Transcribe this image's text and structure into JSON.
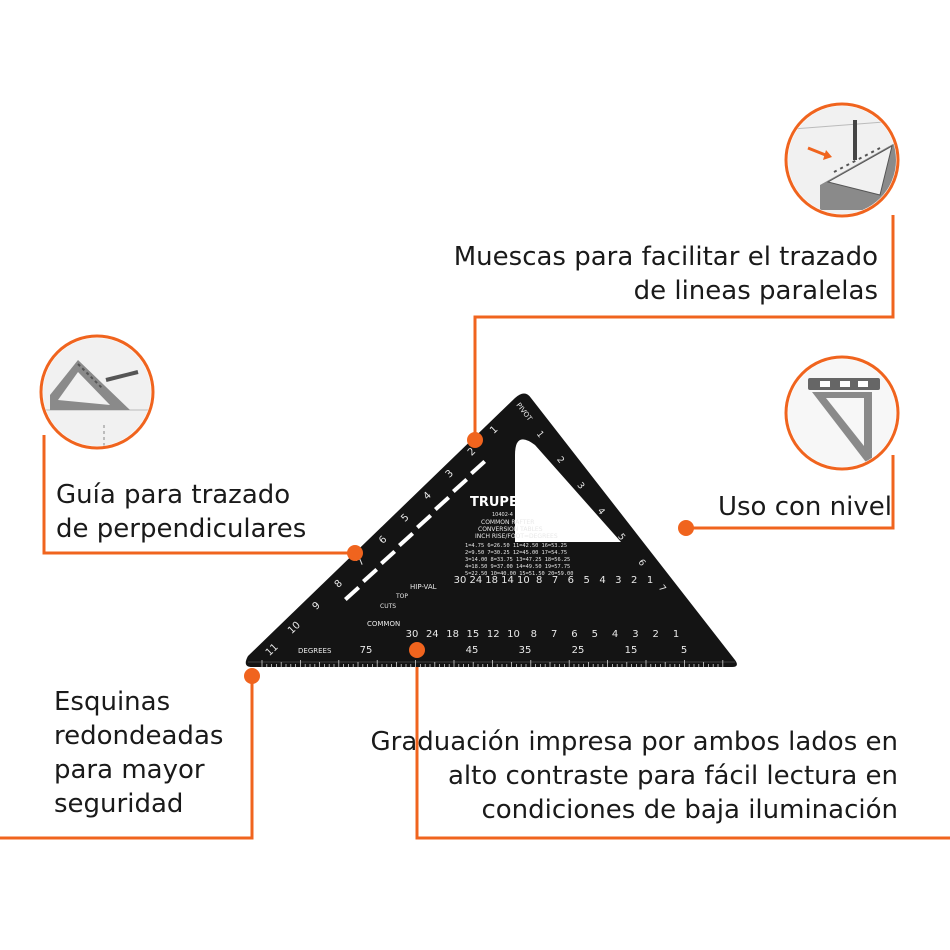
{
  "colors": {
    "accent": "#f0641e",
    "tool": "#141414",
    "marking": "#e8e8e8",
    "background": "#ffffff"
  },
  "callouts": {
    "notches": {
      "lines": [
        "Muescas para facilitar el trazado",
        "de lineas paralelas"
      ],
      "icon": "notch-marking-thumbnail"
    },
    "guide": {
      "lines": [
        "Guía para trazado",
        "de perpendiculares"
      ],
      "icon": "perpendicular-guide-thumbnail"
    },
    "level": {
      "lines": [
        "Uso con nivel"
      ],
      "icon": "level-use-thumbnail"
    },
    "corners": {
      "lines": [
        "Esquinas",
        "redondeadas",
        "para mayor",
        "seguridad"
      ]
    },
    "graduation": {
      "lines": [
        "Graduación impresa por ambos lados en",
        "alto contraste para fácil lectura en",
        "condiciones de baja iluminación"
      ]
    }
  },
  "tool": {
    "brand": "TRUPER",
    "model": "10402-4",
    "table_title": [
      "COMMON RAFTER",
      "CONVERSION TABLES",
      "INCH RISE/FOOT=DEGREES"
    ],
    "table_rows": [
      "1=4.75    6=26.50   11=42.50  16=53.25",
      "2=9.50    7=30.25   12=45.00  17=54.75",
      "3=14.00   8=33.75   13=47.25  18=56.25",
      "4=18.50   9=37.00   14=49.50  19=57.75",
      "5=22.50  10=40.00   15=51.50  20=59.00"
    ],
    "pivot_label": "PIVOT",
    "hip_val_label": "HIP-VAL",
    "top_cuts_label": [
      "TOP",
      "CUTS"
    ],
    "common_label": "COMMON",
    "degrees_label": "DEGREES",
    "hip_val_scale": [
      "30",
      "24",
      "18",
      "14",
      "10",
      "8",
      "7",
      "6",
      "5",
      "4",
      "3",
      "2",
      "1"
    ],
    "common_scale": [
      "30",
      "24",
      "18",
      "15",
      "12",
      "10",
      "8",
      "7",
      "6",
      "5",
      "4",
      "3",
      "2",
      "1"
    ],
    "degrees_scale": [
      "75",
      "55",
      "45",
      "35",
      "25",
      "15",
      "5"
    ],
    "hyp_scale": [
      "1",
      "2",
      "3",
      "4",
      "5",
      "6",
      "7",
      "8",
      "9",
      "10",
      "11"
    ],
    "right_scale": [
      "1",
      "2",
      "3",
      "4",
      "5",
      "6",
      "7"
    ]
  }
}
